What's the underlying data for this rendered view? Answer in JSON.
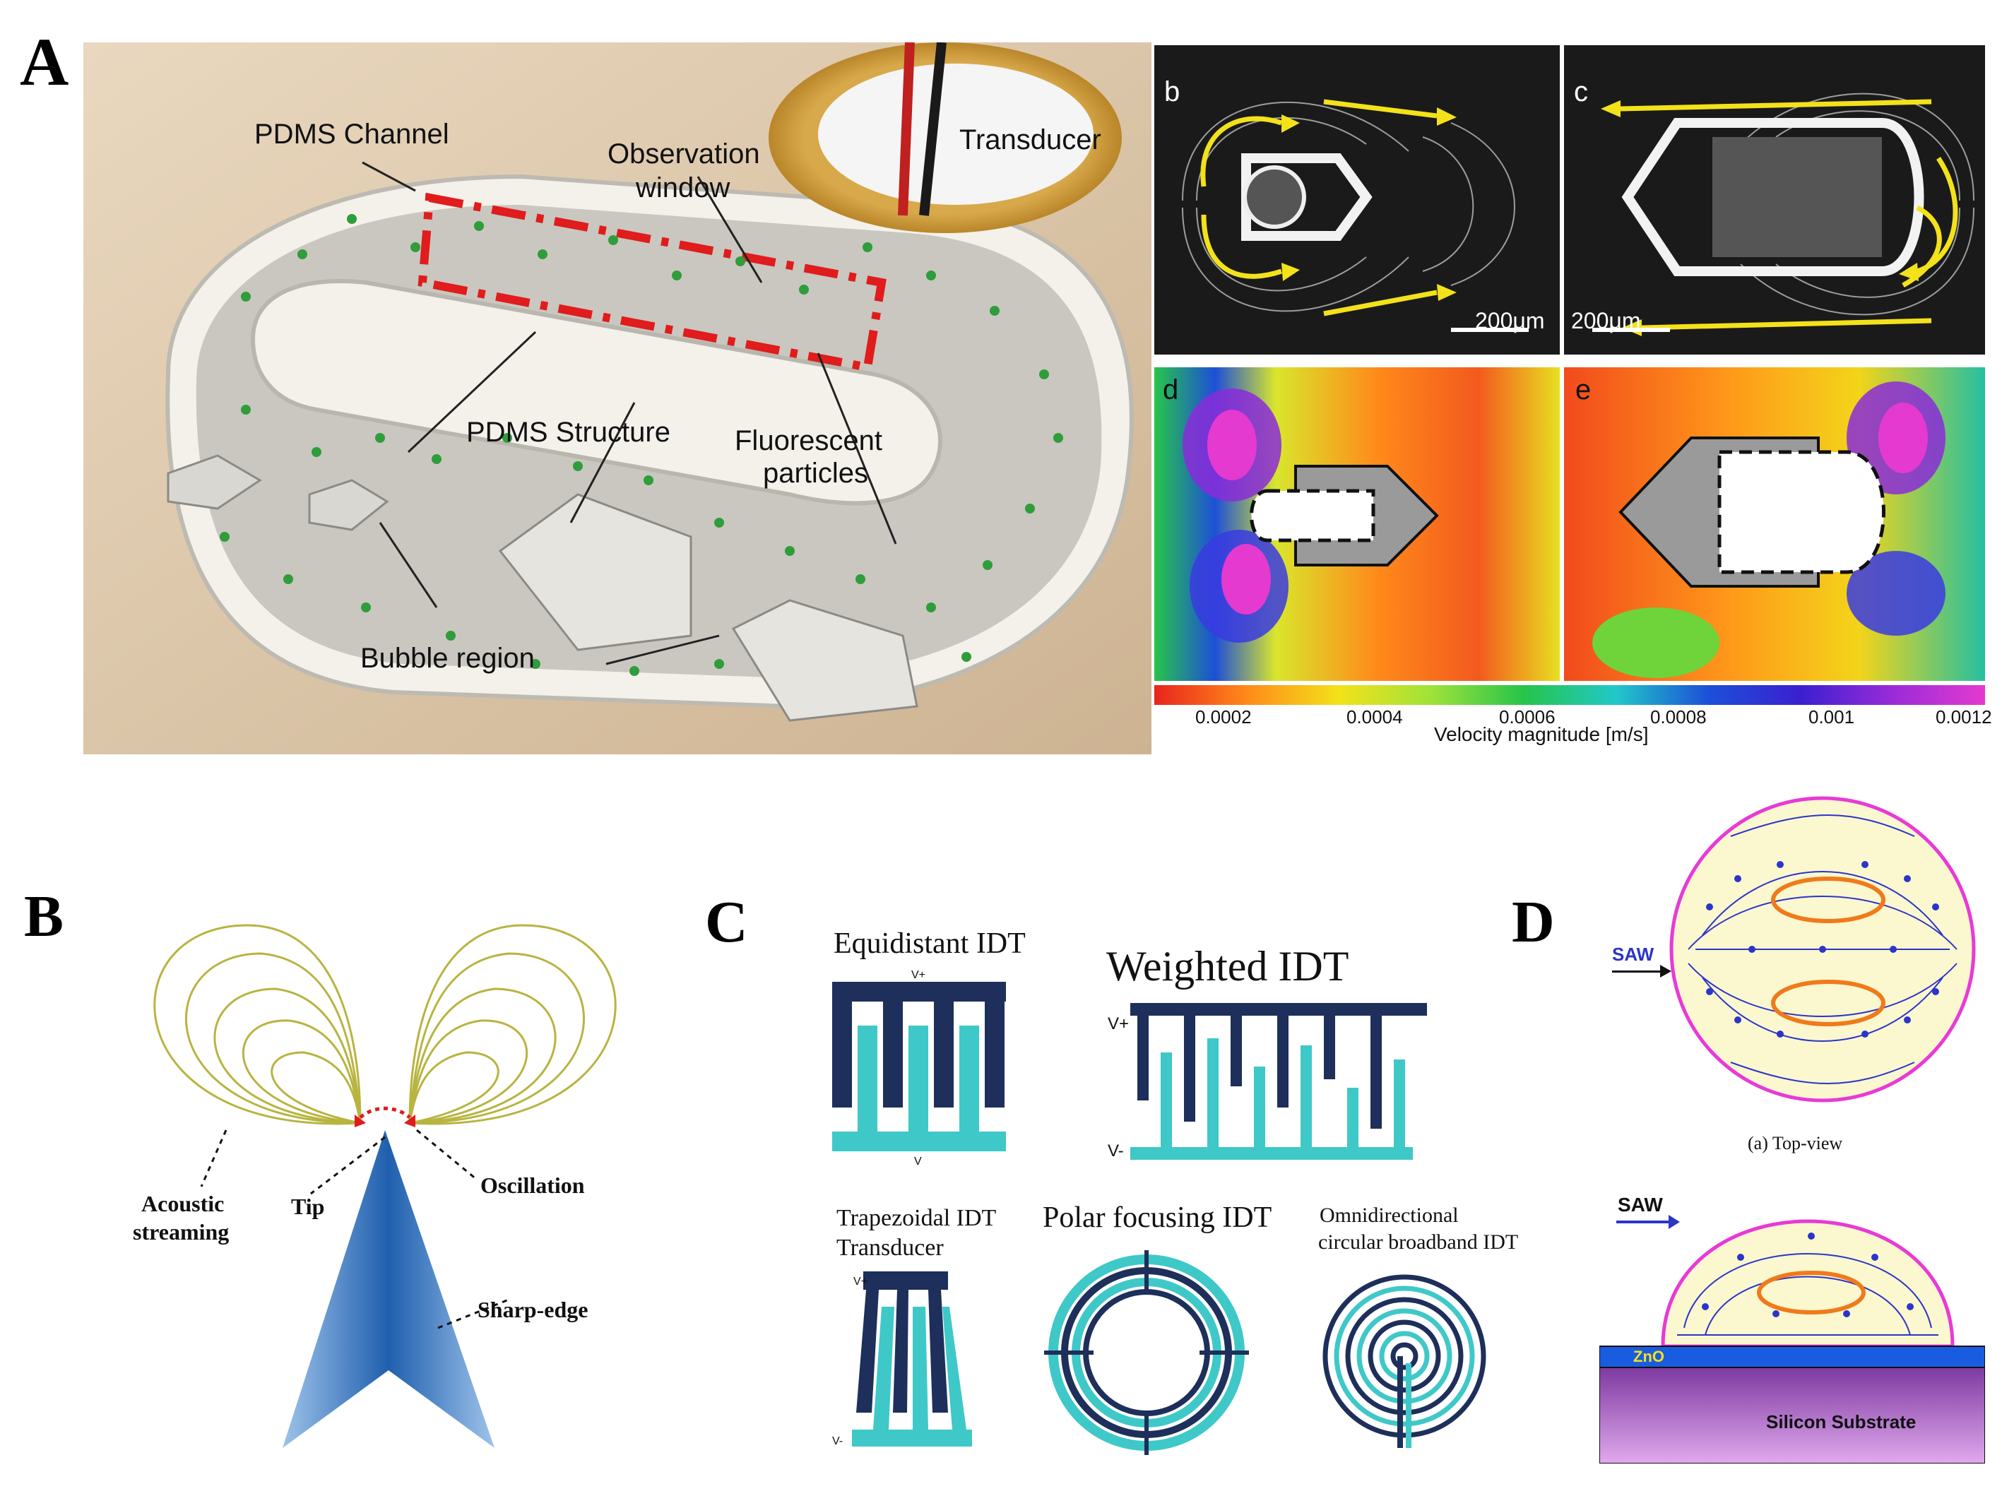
{
  "panels": {
    "A": {
      "letter": "A",
      "sub_a": "a",
      "labels": {
        "pdms_channel": "PDMS Channel",
        "observation_1": "Observation",
        "observation_2": "window",
        "transducer": "Transducer",
        "pdms_structure": "PDMS Structure",
        "fluorescent_1": "Fluorescent",
        "fluorescent_2": "particles",
        "bubble_region": "Bubble region"
      },
      "micrographs": {
        "b": "b",
        "c": "c",
        "scale_b": "200μm",
        "scale_c": "200μm"
      },
      "velocity": {
        "d": "d",
        "e": "e",
        "ticks": [
          "0.0002",
          "0.0004",
          "0.0006",
          "0.0008",
          "0.001",
          "0.0012"
        ],
        "axis_label": "Velocity magnitude [m/s]"
      }
    },
    "B": {
      "letter": "B",
      "acoustic_1": "Acoustic",
      "acoustic_2": "streaming",
      "tip": "Tip",
      "oscillation": "Oscillation",
      "sharp_edge": "Sharp-edge"
    },
    "C": {
      "letter": "C",
      "equidistant": "Equidistant IDT",
      "weighted": "Weighted IDT",
      "trapezoidal_1": "Trapezoidal IDT",
      "trapezoidal_2": "Transducer",
      "polar": "Polar focusing IDT",
      "omni_1": "Omnidirectional",
      "omni_2": "circular broadband IDT",
      "v_plus": "V+",
      "v_minus": "V-",
      "v_small": "V"
    },
    "D": {
      "letter": "D",
      "saw_top": "SAW",
      "saw_side": "SAW",
      "top_view": "(a) Top-view",
      "zno": "ZnO",
      "substrate": "Silicon Substrate"
    }
  },
  "colors": {
    "idt_dark": "#1d2f5a",
    "idt_light": "#3fc8c8",
    "streamline": "#b8b440",
    "tip_blue": "#1f5fae",
    "droplet_edge": "#e83ad6",
    "vortex": "#f07a1a",
    "yellow_arrow": "#f3e21a"
  }
}
